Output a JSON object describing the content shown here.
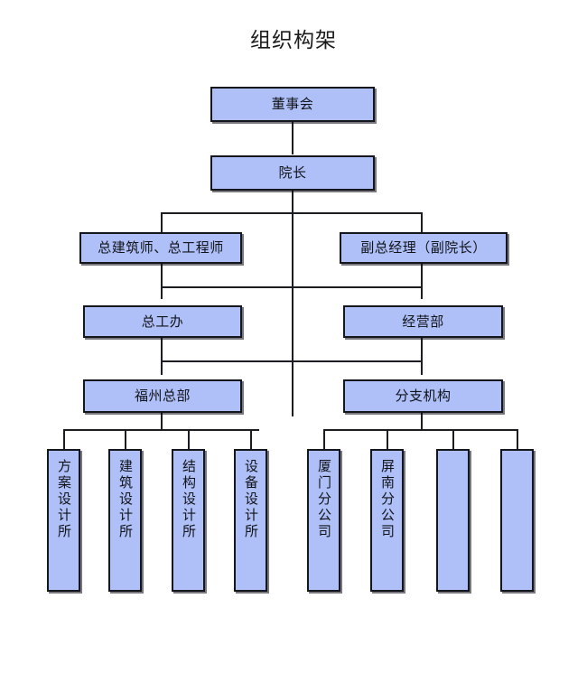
{
  "title": "组织构架",
  "theme": {
    "box_fill": "#aec0f7",
    "box_border": "#14161c",
    "line_color": "#1b1d23",
    "background": "#ffffff",
    "text_color": "#12131a"
  },
  "nodes": {
    "board": "董事会",
    "president": "院长",
    "chief_engineer": "总建筑师、总工程师",
    "deputy_gm": "副总经理（副院长）",
    "chief_eng_office": "总工办",
    "business_dept": "经营部",
    "fuzhou_hq": "福州总部",
    "branches": "分支机构"
  },
  "hq_units": [
    {
      "label": "方案设计所"
    },
    {
      "label": "建筑设计所"
    },
    {
      "label": "结构设计所"
    },
    {
      "label": "设备设计所"
    }
  ],
  "branch_units": [
    {
      "label": "厦门分公司"
    },
    {
      "label": "屏南分公司"
    },
    {
      "label": ""
    },
    {
      "label": ""
    }
  ]
}
